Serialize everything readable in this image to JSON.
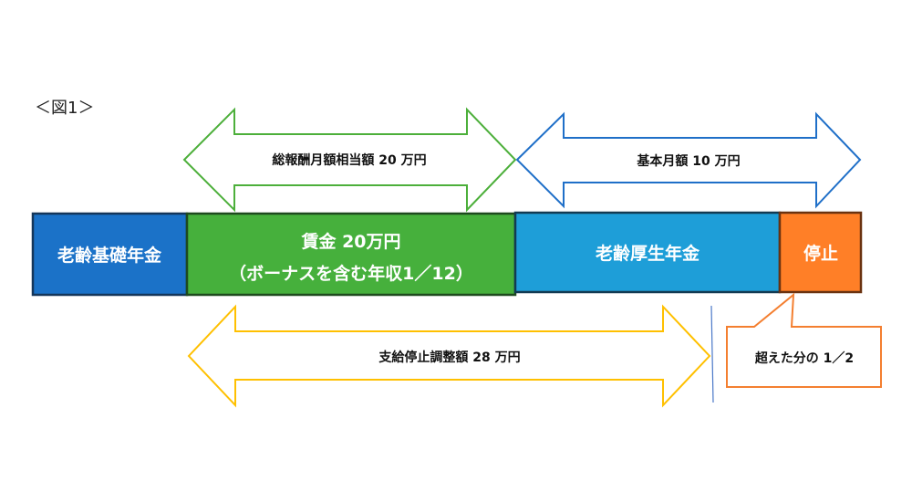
{
  "figure_label": "＜図1＞",
  "arrows": {
    "total_remuneration": "総報酬月額相当額 20 万円",
    "basic_monthly": "基本月額 10 万円",
    "adjustment": "支給停止調整額 28 万円"
  },
  "boxes": {
    "basic_pension": "老齢基礎年金",
    "wage_line1": "賃金 20万円",
    "wage_line2": "（ボーナスを含む年収1／12）",
    "employee_pension": "老齢厚生年金",
    "suspended": "停止"
  },
  "callout": "超えた分の 1／2",
  "colors": {
    "basic": "#1b72c8",
    "wage": "#46b03c",
    "employee": "#1e9ed8",
    "suspended": "#ff7f27",
    "yellow": "#ffc000"
  }
}
